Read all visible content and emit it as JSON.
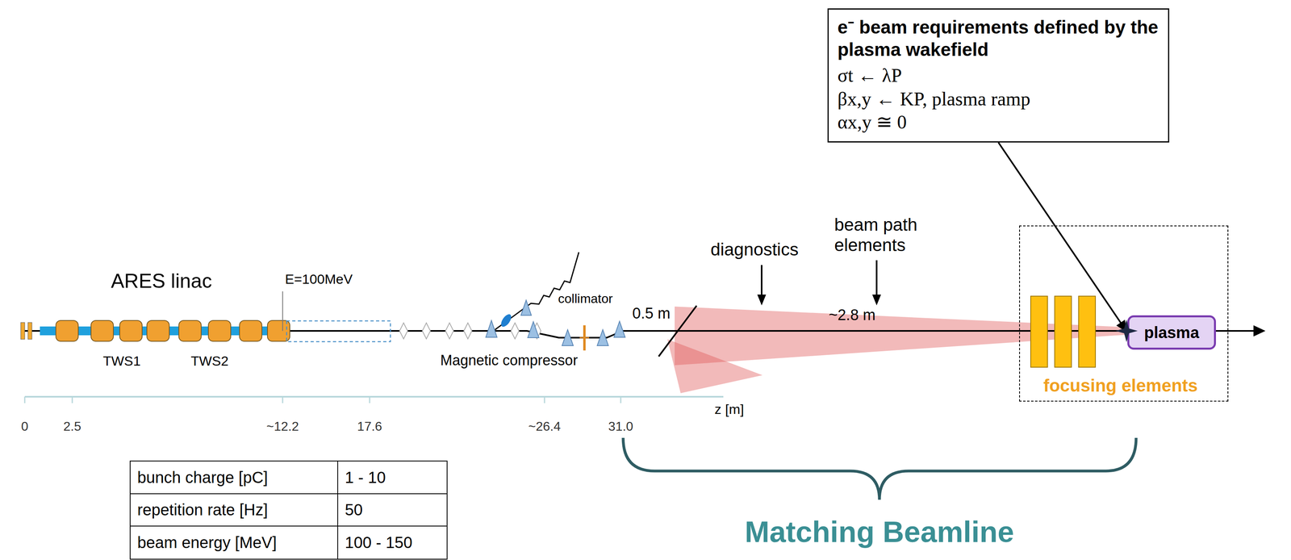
{
  "diagram": {
    "nodes": [
      {
        "text": [
          "e⁻ beam requirements defined by the plasma wakefield",
          "σt ← λP",
          "βx,y ← KP, plasma ramp",
          "αx,y ≅ 0"
        ]
      },
      {
        "text": [
          "focusing elements"
        ]
      },
      {
        "text": [
          "plasma"
        ],
        "in": 1
      }
    ],
    "edges": [
      {
        "from": 0,
        "to": 2,
        "arrow": "to"
      }
    ],
    "labels": [
      "ARES linac",
      "E=100MeV",
      "TWS1",
      "TWS2",
      "collimator",
      "Magnetic compressor",
      "0.5 m",
      "diagnostics",
      "beam path elements",
      "~2.8 m",
      "z [m]",
      "0",
      "2.5",
      "~12.2",
      "17.6",
      "~26.4",
      "31.0",
      "bunch charge [pC]",
      "1 - 10",
      "repetition rate [Hz]",
      "50",
      "beam energy [MeV]",
      "100 - 150",
      "Matching Beamline"
    ]
  }
}
